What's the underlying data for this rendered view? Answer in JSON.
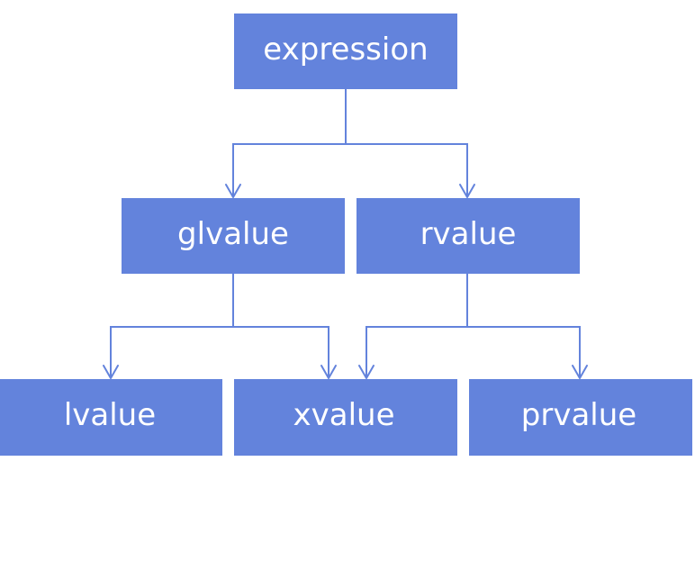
{
  "colors": {
    "node_fill": "#6383dc",
    "node_text": "#ffffff",
    "connector": "#6383dc",
    "background": "#ffffff"
  },
  "nodes": {
    "expression": "expression",
    "glvalue": "glvalue",
    "rvalue": "rvalue",
    "lvalue": "lvalue",
    "xvalue": "xvalue",
    "prvalue": "prvalue"
  },
  "edges": [
    {
      "from": "expression",
      "to": "glvalue"
    },
    {
      "from": "expression",
      "to": "rvalue"
    },
    {
      "from": "glvalue",
      "to": "lvalue"
    },
    {
      "from": "glvalue",
      "to": "xvalue"
    },
    {
      "from": "rvalue",
      "to": "xvalue"
    },
    {
      "from": "rvalue",
      "to": "prvalue"
    }
  ]
}
